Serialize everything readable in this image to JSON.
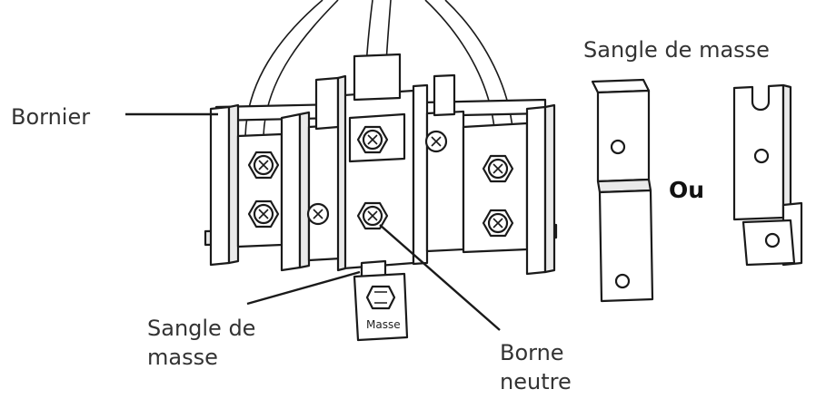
{
  "labels": {
    "terminal_block": "Bornier",
    "ground_strap_top": "Sangle de masse",
    "or": "Ou",
    "ground_strap_left_line1": "Sangle de",
    "ground_strap_left_line2": "masse",
    "neutral_terminal_line1": "Borne",
    "neutral_terminal_line2": "neutre",
    "ground_tag": "Masse"
  }
}
